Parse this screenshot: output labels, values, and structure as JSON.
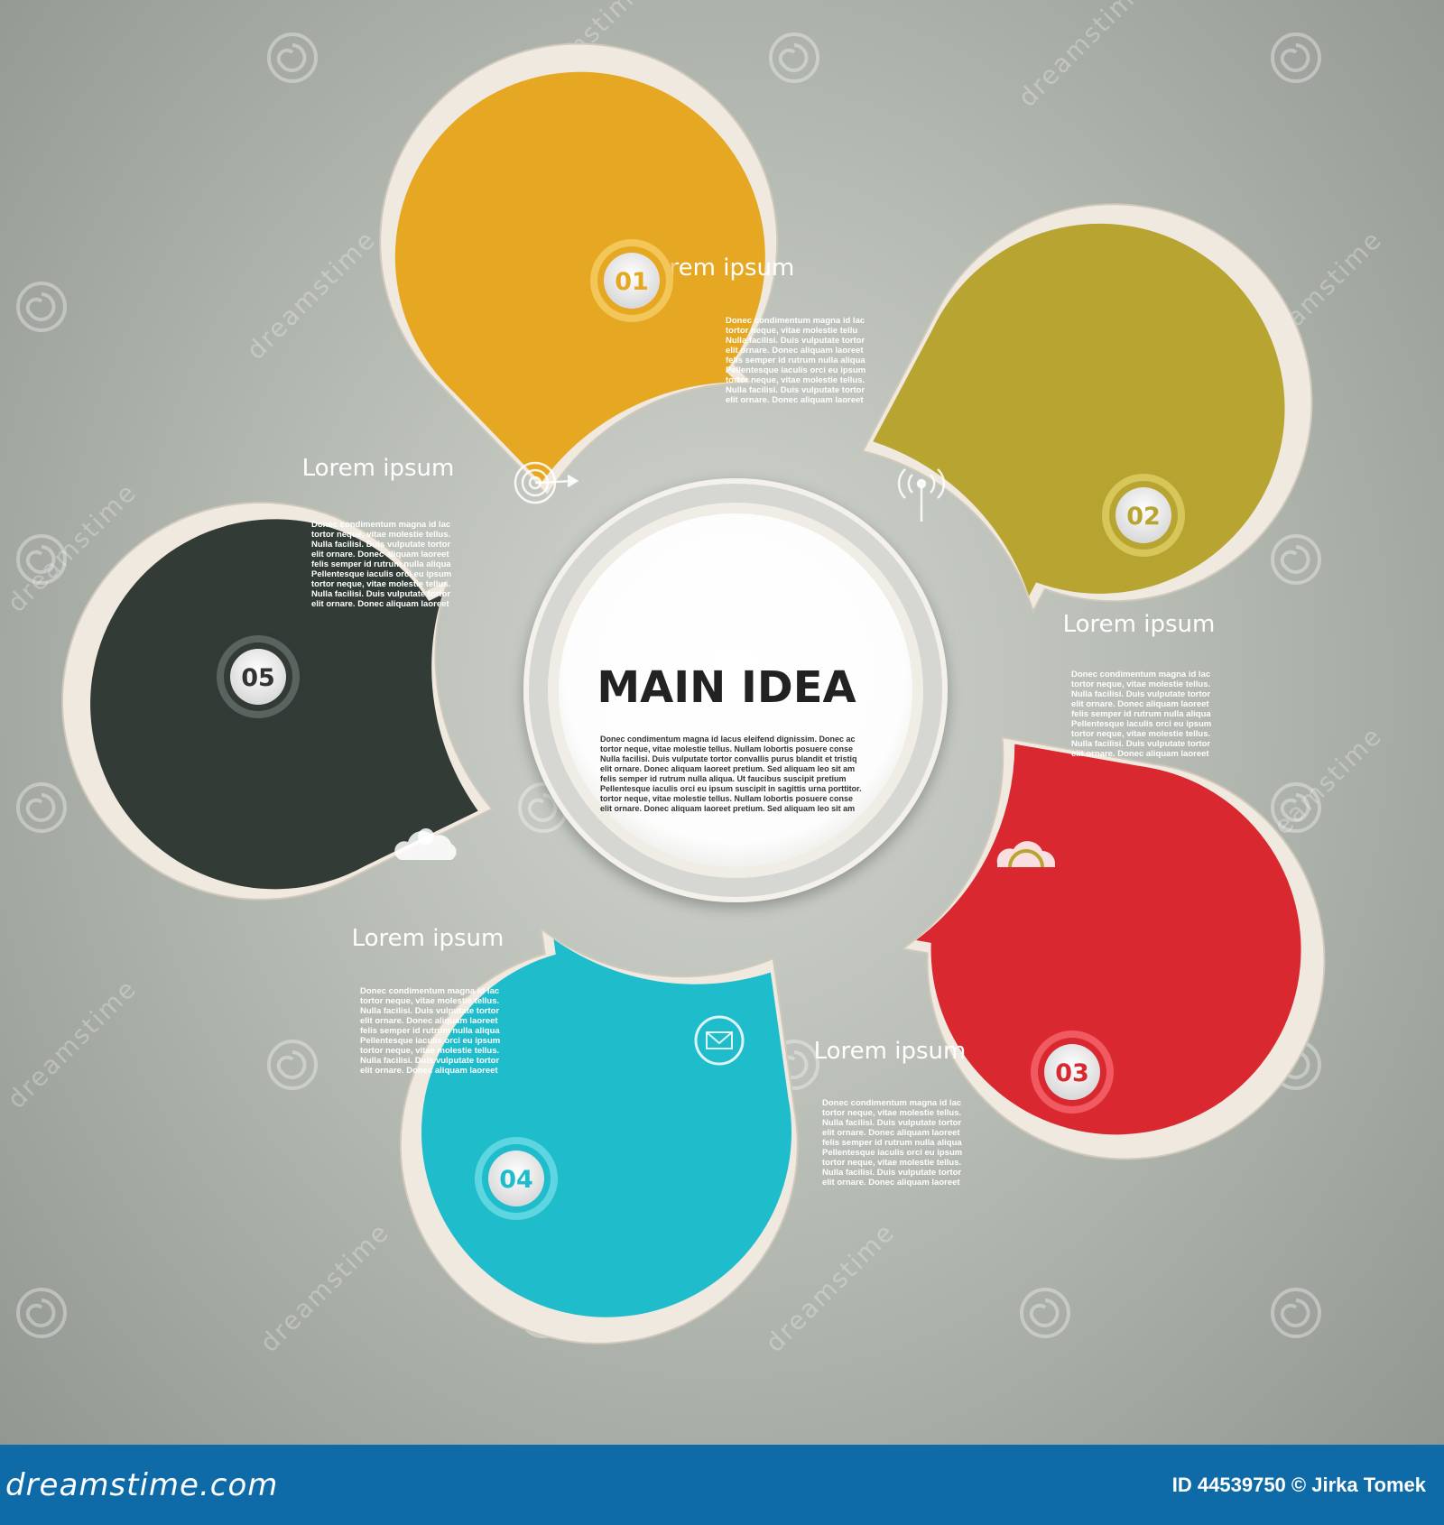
{
  "center": {
    "title": "MAIN IDEA",
    "body_lines": [
      "Donec condimentum magna id lacus eleifend dignissim. Donec ac",
      "tortor neque, vitae molestie tellus. Nullam lobortis posuere conse",
      "Nulla facilisi. Duis vulputate tortor convallis purus blandit et tristiq",
      "elit ornare. Donec aliquam laoreet pretium. Sed aliquam leo sit am",
      "felis semper id rutrum nulla aliqua. Ut faucibus suscipit pretium",
      "Pellentesque iaculis orci eu ipsum suscipit in sagittis urna porttitor.",
      "tortor neque, vitae molestie tellus. Nullam lobortis posuere conse",
      "elit ornare. Donec aliquam laoreet pretium. Sed aliquam leo sit am"
    ]
  },
  "segments": [
    {
      "number": "01",
      "title": "Lorem ipsum",
      "color": "#e6a722",
      "icon": "signal-tower-icon",
      "body_lines": [
        "Donec condimentum magna id lac",
        "tortor neque, vitae molestie tellu",
        "Nulla facilisi. Duis vulputate tortor",
        "elit ornare. Donec aliquam laoreet",
        "felis semper id rutrum nulla aliqua",
        "Pellentesque iaculis orci eu ipsum",
        "tortor neque, vitae molestie tellus.",
        "Nulla facilisi. Duis vulputate tortor",
        "elit ornare. Donec aliquam laoreet"
      ]
    },
    {
      "number": "02",
      "title": "Lorem ipsum",
      "color": "#b7a431",
      "icon": "sunrise-icon",
      "body_lines": [
        "Donec condimentum magna id lac",
        "tortor neque, vitae molestie tellus.",
        "Nulla facilisi. Duis vulputate tortor",
        "elit ornare. Donec aliquam laoreet",
        "felis semper id rutrum nulla aliqua",
        "Pellentesque iaculis orci eu ipsum",
        "tortor neque, vitae molestie tellus.",
        "Nulla facilisi. Duis vulputate tortor",
        "elit ornare. Donec aliquam laoreet"
      ]
    },
    {
      "number": "03",
      "title": "Lorem ipsum",
      "color": "#d9282f",
      "icon": "envelope-icon",
      "body_lines": [
        "Donec condimentum magna id lac",
        "tortor neque, vitae molestie tellus.",
        "Nulla facilisi. Duis vulputate tortor",
        "elit ornare. Donec aliquam laoreet",
        "felis semper id rutrum nulla aliqua",
        "Pellentesque iaculis orci eu ipsum",
        "tortor neque, vitae molestie tellus.",
        "Nulla facilisi. Duis vulputate tortor",
        "elit ornare. Donec aliquam laoreet"
      ]
    },
    {
      "number": "04",
      "title": "Lorem ipsum",
      "color": "#1fbccb",
      "icon": "sun-cloud-icon",
      "body_lines": [
        "Donec condimentum magna id lac",
        "tortor neque, vitae molestie tellus.",
        "Nulla facilisi. Duis vulputate tortor",
        "elit ornare. Donec aliquam laoreet",
        "felis semper id rutrum nulla aliqua",
        "Pellentesque iaculis orci eu ipsum",
        "tortor neque, vitae molestie tellus.",
        "Nulla facilisi. Duis vulputate tortor",
        "elit ornare. Donec aliquam laoreet"
      ]
    },
    {
      "number": "05",
      "title": "Lorem ipsum",
      "color": "#323b36",
      "icon": "target-icon",
      "body_lines": [
        "Donec condimentum magna id lac",
        "tortor neque, vitae molestie tellus.",
        "Nulla facilisi. Duis vulputate tortor",
        "elit ornare. Donec aliquam laoreet",
        "felis semper id rutrum nulla aliqua",
        "Pellentesque iaculis orci eu ipsum",
        "tortor neque, vitae molestie tellus.",
        "Nulla facilisi. Duis vulputate tortor",
        "elit ornare. Donec aliquam laoreet"
      ]
    }
  ],
  "watermark": {
    "text": "dreamstime"
  },
  "footer": {
    "brand": "dreamstime.com",
    "credit": "ID 44539750 © Jirka Tomek"
  }
}
